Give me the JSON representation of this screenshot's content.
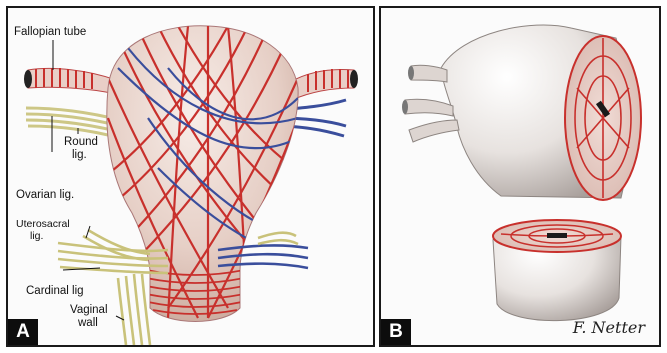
{
  "panel_a": {
    "tag": "A",
    "labels": {
      "fallopian_tube": "Fallopian tube",
      "round_lig_1": "Round",
      "round_lig_2": "lig.",
      "ovarian_lig": "Ovarian lig.",
      "uterosacral_lig_1": "Uterosacral",
      "uterosacral_lig_2": "lig.",
      "cardinal_lig": "Cardinal lig",
      "vaginal_wall_1": "Vaginal",
      "vaginal_wall_2": "wall"
    }
  },
  "panel_b": {
    "tag": "B",
    "signature": "F. Netter"
  },
  "colors": {
    "red_fiber": "#c8302c",
    "blue_fiber": "#3a4e9c",
    "yellow_fiber": "#c9c27a",
    "tissue": "#e8d6cf",
    "border": "#1a1a1a"
  }
}
